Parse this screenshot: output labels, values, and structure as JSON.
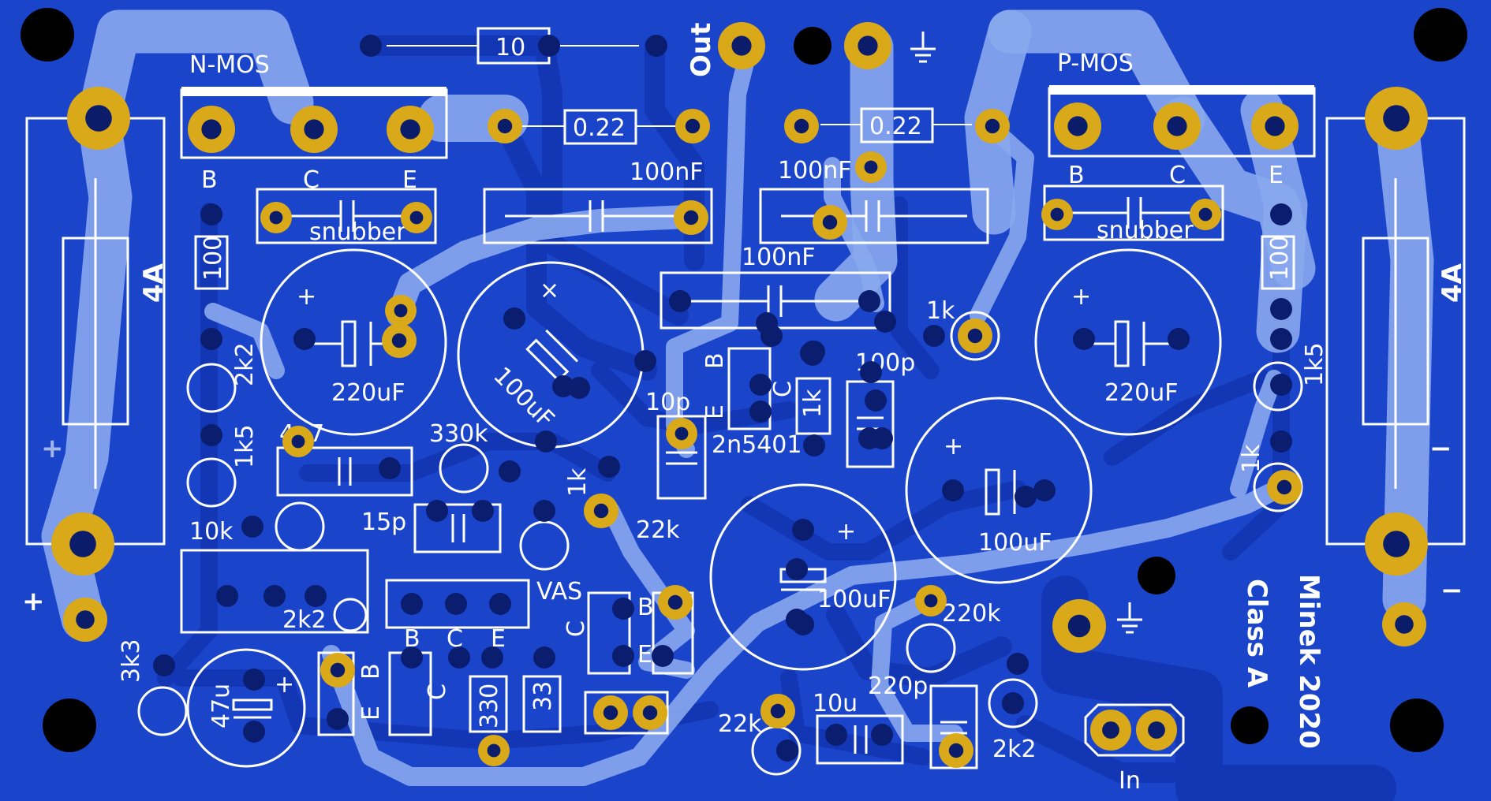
{
  "colors": {
    "board": "#1a44c9",
    "pad": "#d9a91a",
    "silkscreen": "#ffffff",
    "top_trace": "#8aa8ee",
    "bottom_trace": "#1236b4"
  },
  "labels": {
    "r_10": "10",
    "out": "Out",
    "nmos": "N-MOS",
    "pmos": "P-MOS",
    "r_022_left": "0.22",
    "r_022_right": "0.22",
    "b_left": "B",
    "c_left": "C",
    "e_left": "E",
    "b_right": "B",
    "c_right": "C",
    "e_right": "E",
    "c_100nf_1": "100nF",
    "c_100nf_2": "100nF",
    "c_100nf_3": "100nF",
    "snubber_left": "snubber",
    "snubber_right": "snubber",
    "fuse_left": "4A",
    "fuse_right": "4A",
    "r_100_left": "100",
    "r_100_right": "100",
    "r_2k2_top": "2k2",
    "c_220uf_left": "220uF",
    "c_220uf_right": "220uF",
    "c_100uf_center": "100uF",
    "r_1k_top": "1k",
    "c_100p": "100p",
    "r_1k5_left": "1k5",
    "r_1k5_right": "1k5",
    "c_10p": "10p",
    "q_2n5401": "2n5401",
    "q_b": "B",
    "q_c": "C",
    "q_e": "E",
    "r_1k_mid": "1k",
    "c_4n7": "4n7",
    "r_330k": "330k",
    "r_1k_small": "1k",
    "r_22k_mid": "22k",
    "c_100uf_right": "100uF",
    "r_1k_right": "1k",
    "r_10k": "10k",
    "c_15p": "15p",
    "vas": "VAS",
    "c_100uf_bottom": "100uF",
    "r_220k": "220k",
    "r_2k2_bottom_left": "2k2",
    "q_bce_b": "B",
    "q_bce_c": "C",
    "q_bce_e": "E",
    "r_3k3": "3k3",
    "c_47u": "47u",
    "r_330": "330",
    "r_33": "33",
    "r_22k_bottom": "22k",
    "c_10u": "10u",
    "c_220p": "220p",
    "r_2k2_bottom_right": "2k2",
    "in": "In",
    "class_a": "Class A",
    "minek": "Minek 2020",
    "plus_left": "+",
    "plus_fuse_left": "+",
    "minus_fuse_right": "−",
    "minus_right": "−",
    "q2_b": "B",
    "q2_c": "C",
    "q2_e": "E",
    "q3_b": "B",
    "q3_c": "C",
    "q3_e": "E",
    "plus_220_left": "+",
    "plus_220_right": "+",
    "plus_100_right": "+",
    "plus_100_bottom": "+",
    "plus_47u": "+",
    "x_100uf": "×"
  }
}
